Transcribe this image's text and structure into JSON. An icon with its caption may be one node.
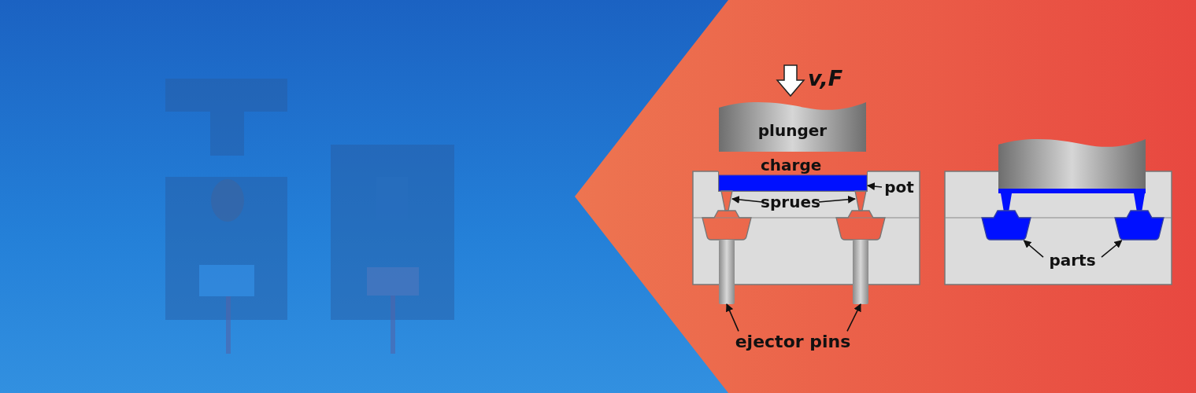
{
  "diagram": {
    "nodes": [
      {
        "text": [
          "plunger"
        ],
        "beside": [
          "v,F"
        ]
      },
      {
        "text": [
          "sprues"
        ]
      },
      {
        "text": [],
        "shape": "box"
      },
      {
        "text": [],
        "shape": "box"
      },
      {
        "text": [
          "pot"
        ]
      },
      {
        "text": [],
        "shape": "box"
      },
      {
        "text": [],
        "shape": "bar"
      },
      {
        "text": [],
        "shape": "bar"
      },
      {
        "text": [
          "ejector pins"
        ]
      },
      {
        "text": [],
        "shape": "box"
      },
      {
        "text": [],
        "shape": "box"
      },
      {
        "text": [
          "parts"
        ]
      },
      {
        "text": [],
        "shape": "box"
      }
    ],
    "edges": [
      {
        "from": 1,
        "to": 2,
        "arrow": "to"
      },
      {
        "from": 1,
        "to": 3,
        "arrow": "to"
      },
      {
        "from": 4,
        "to": 5,
        "arrow": "to"
      },
      {
        "from": 8,
        "to": 6,
        "arrow": "to"
      },
      {
        "from": 8,
        "to": 7,
        "arrow": "to"
      },
      {
        "from": 11,
        "to": 9,
        "arrow": "to"
      },
      {
        "from": 11,
        "to": 10,
        "arrow": "to"
      }
    ],
    "labels": [
      "charge"
    ]
  }
}
